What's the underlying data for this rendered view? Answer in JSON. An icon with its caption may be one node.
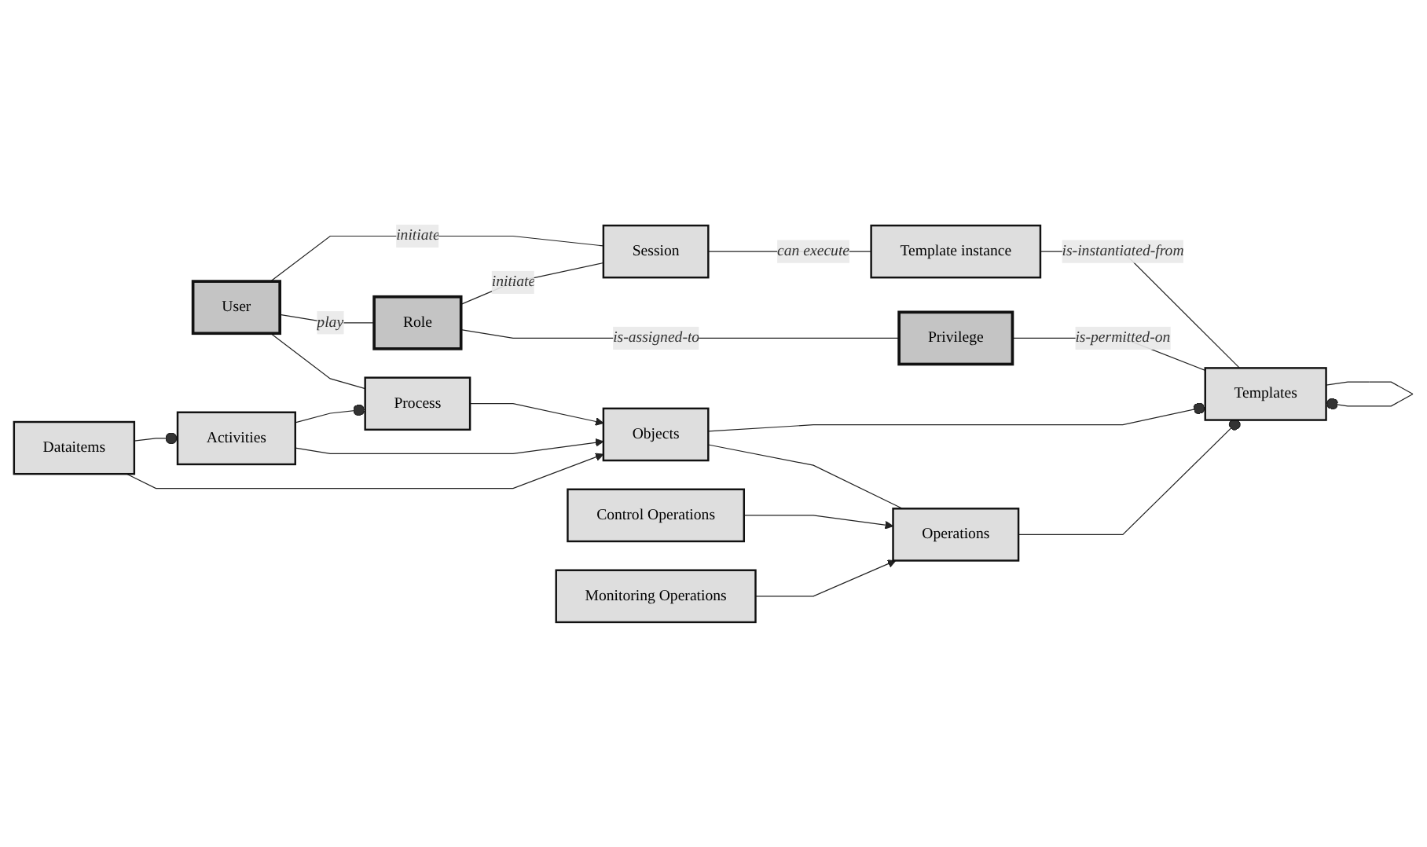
{
  "diagram": {
    "nodes": [
      {
        "text": [
          "User"
        ]
      },
      {
        "text": [
          "Role"
        ]
      },
      {
        "text": [
          "Privilege"
        ]
      },
      {
        "text": [
          "Session"
        ]
      },
      {
        "text": [
          "Template instance"
        ]
      },
      {
        "text": [
          "Templates"
        ]
      },
      {
        "text": [
          "Objects"
        ]
      },
      {
        "text": [
          "Operations"
        ]
      },
      {
        "text": [
          "Process"
        ]
      },
      {
        "text": [
          "Activities"
        ]
      },
      {
        "text": [
          "Dataitems"
        ]
      },
      {
        "text": [
          "Control Operations"
        ]
      },
      {
        "text": [
          "Monitoring Operations"
        ]
      }
    ],
    "edges": [
      {
        "from": 0,
        "to": 8,
        "arrow": "none"
      },
      {
        "from": 0,
        "to": 3,
        "arrow": "none",
        "label": "initiate"
      },
      {
        "from": 0,
        "to": 1,
        "arrow": "none",
        "label": "play"
      },
      {
        "from": 1,
        "to": 3,
        "arrow": "none",
        "label": "initiate"
      },
      {
        "from": 1,
        "to": 2,
        "arrow": "none",
        "label": "is-assigned-to"
      },
      {
        "from": 3,
        "to": 4,
        "arrow": "none",
        "label": "can execute"
      },
      {
        "from": 4,
        "to": 5,
        "arrow": "none",
        "label": "is-instantiated-from"
      },
      {
        "from": 2,
        "to": 5,
        "arrow": "none",
        "label": "is-permitted-on"
      },
      {
        "from": 6,
        "to": 5,
        "arrow": "other"
      },
      {
        "from": 7,
        "to": 5,
        "arrow": "other"
      },
      {
        "from": 5,
        "to": 5,
        "arrow": "other"
      },
      {
        "from": 6,
        "to": 7,
        "arrow": "none"
      },
      {
        "from": 8,
        "to": 6,
        "arrow": "to"
      },
      {
        "from": 9,
        "to": 6,
        "arrow": "to"
      },
      {
        "from": 10,
        "to": 6,
        "arrow": "to"
      },
      {
        "from": 9,
        "to": 8,
        "arrow": "other"
      },
      {
        "from": 10,
        "to": 9,
        "arrow": "other"
      },
      {
        "from": 11,
        "to": 7,
        "arrow": "to"
      },
      {
        "from": 12,
        "to": 7,
        "arrow": "to"
      }
    ]
  }
}
